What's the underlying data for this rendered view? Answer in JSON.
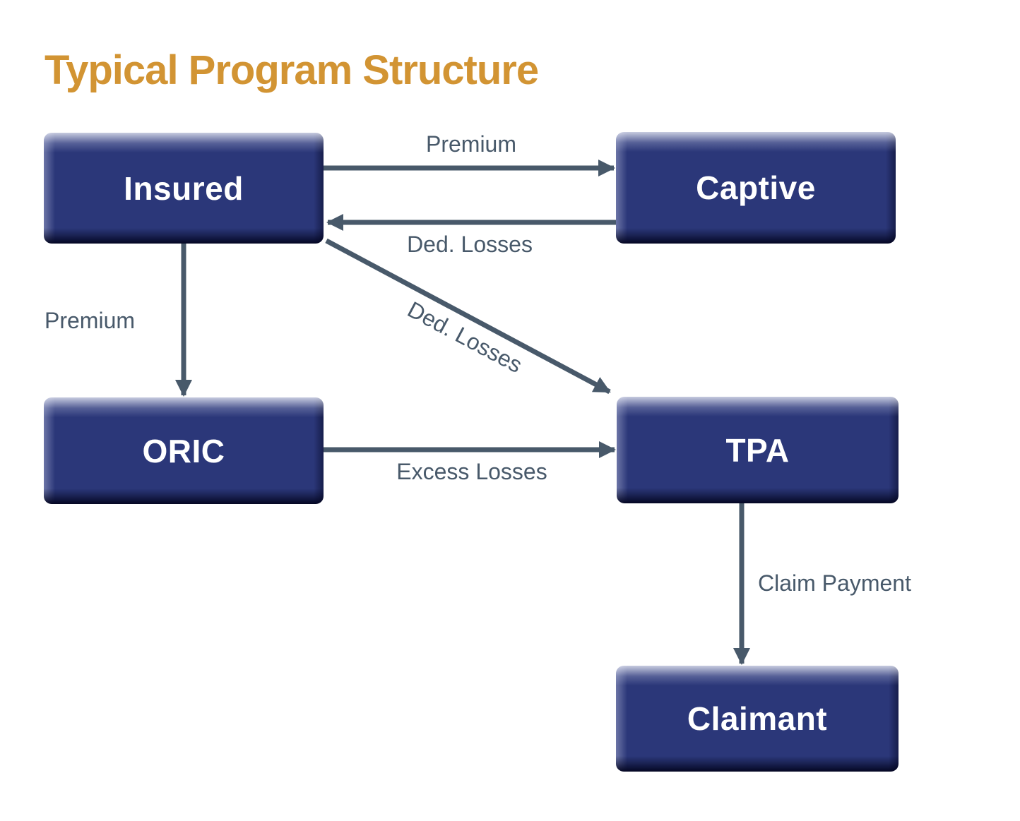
{
  "title": {
    "text": "Typical Program Structure"
  },
  "nodes": [
    {
      "id": "insured",
      "label": "Insured"
    },
    {
      "id": "captive",
      "label": "Captive"
    },
    {
      "id": "oric",
      "label": "ORIC"
    },
    {
      "id": "tpa",
      "label": "TPA"
    },
    {
      "id": "claimant",
      "label": "Claimant"
    }
  ],
  "edges": [
    {
      "from": "insured",
      "to": "captive",
      "label": "Premium"
    },
    {
      "from": "captive",
      "to": "insured",
      "label": "Ded. Losses"
    },
    {
      "from": "insured",
      "to": "oric",
      "label": "Premium"
    },
    {
      "from": "insured",
      "to": "tpa",
      "label": "Ded. Losses"
    },
    {
      "from": "oric",
      "to": "tpa",
      "label": "Excess Losses"
    },
    {
      "from": "tpa",
      "to": "claimant",
      "label": "Claim Payment"
    }
  ],
  "colors": {
    "title": "#D29433",
    "node_fill": "#2B3779",
    "node_text": "#FFFFFF",
    "arrow": "#48596A",
    "edge_label_text": "#48596A",
    "background": "#FFFFFF"
  }
}
